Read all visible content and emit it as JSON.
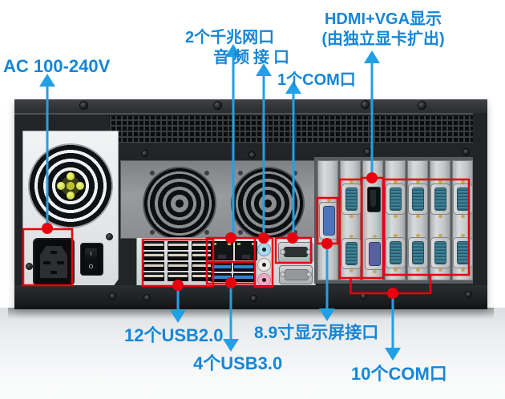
{
  "labels": {
    "ac": "AC 100-240V",
    "lan": "2个千兆网口",
    "audio": "音频接口",
    "com1": "1个COM口",
    "gpu_line1": "HDMI+VGA显示",
    "gpu_line2": "(由独立显卡扩出)",
    "usb2": "12个USB2.0",
    "usb3": "4个USB3.0",
    "display": "8.9寸显示屏接口",
    "com10": "10个COM口"
  },
  "power_switch": {
    "on_mark": "I",
    "off_mark": "O"
  },
  "ports": {
    "usb2_count": 12,
    "usb3_count": 4,
    "lan_count": 2,
    "audio_jack_count": 3,
    "rear_io_com_count": 1,
    "rear_io_vga_count": 1,
    "card_com_count": 10,
    "hdmi_count": 1,
    "gpu_vga_count": 1,
    "display_vga_count": 1
  },
  "colors": {
    "label_blue": "#1586d8",
    "arrow_cyan": "#21a0e5",
    "highlight_red": "#e8000e",
    "usb3_blue": "#2f84d6",
    "chassis_dark": "#232427",
    "panel_gray": "#8e9194",
    "psu_silver": "#e9ebec"
  }
}
